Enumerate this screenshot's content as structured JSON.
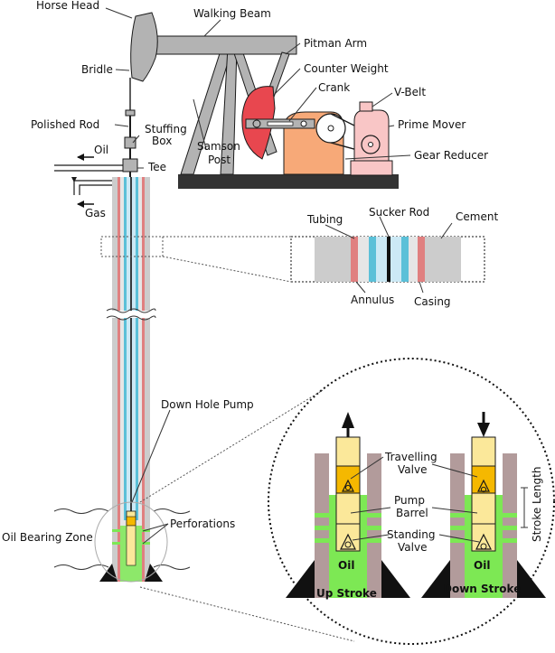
{
  "labels": {
    "horse_head": "Horse Head",
    "walking_beam": "Walking Beam",
    "pitman_arm": "Pitman Arm",
    "counter_weight": "Counter Weight",
    "crank": "Crank",
    "v_belt": "V-Belt",
    "bridle": "Bridle",
    "prime_mover": "Prime Mover",
    "gear_reducer": "Gear Reducer",
    "samson_post_line1": "Samson",
    "samson_post_line2": "Post",
    "polished_rod": "Polished Rod",
    "stuffing_box_line1": "Stuffing",
    "stuffing_box_line2": "Box",
    "oil": "Oil",
    "tee": "Tee",
    "gas": "Gas",
    "tubing": "Tubing",
    "sucker_rod": "Sucker Rod",
    "cement": "Cement",
    "annulus": "Annulus",
    "casing": "Casing",
    "down_hole_pump": "Down Hole Pump",
    "perforations": "Perforations",
    "oil_bearing_zone": "Oil Bearing Zone",
    "travelling_valve_line1": "Travelling",
    "travelling_valve_line2": "Valve",
    "pump_barrel_line1": "Pump",
    "pump_barrel_line2": "Barrel",
    "standing_valve_line1": "Standing",
    "standing_valve_line2": "Valve",
    "stroke_length": "Stroke Length",
    "oil_left": "Oil",
    "oil_right": "Oil",
    "up_stroke": "Up Stroke",
    "down_stroke": "Down Stroke"
  },
  "colors": {
    "outline": "#1a1a1a",
    "machine_gray": "#b3b3b3",
    "base_dark": "#333333",
    "counter_weight_red": "#e8474f",
    "gear_orange": "#f7a978",
    "prime_mover_pink": "#f9c6c6",
    "casing_gray": "#cccccc",
    "casing_red": "#e08080",
    "tubing_blue": "#5bc0d8",
    "tubing_light": "#cce9f5",
    "pump_yellow": "#fbe89a",
    "valve_orange": "#f5b800",
    "oil_green": "#7de854",
    "wall_brown": "#b29b9b"
  }
}
